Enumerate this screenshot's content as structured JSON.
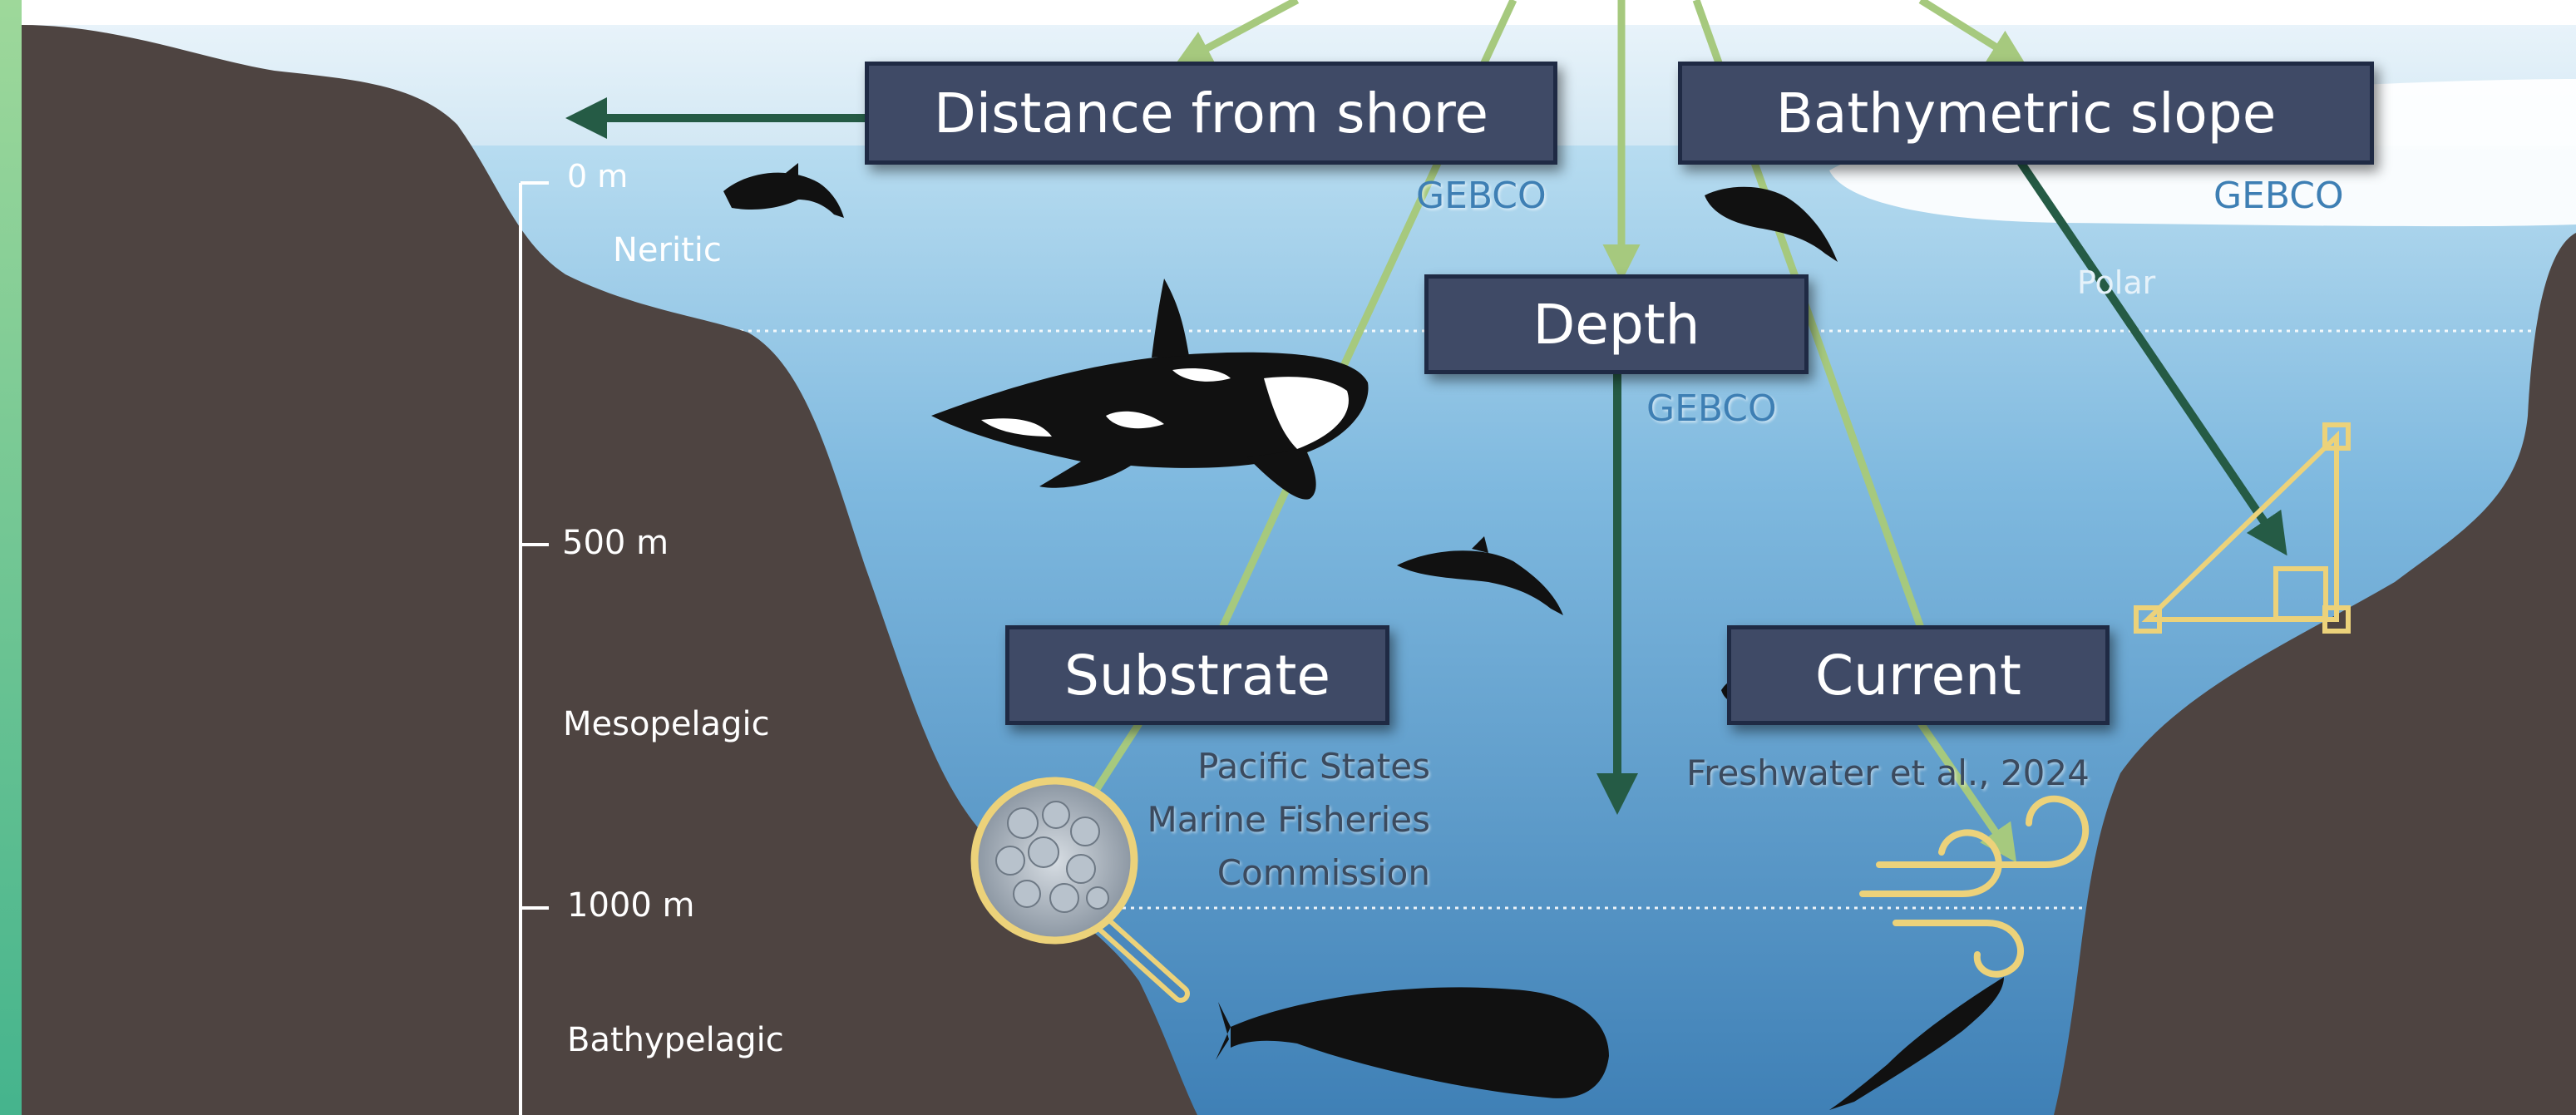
{
  "labels": {
    "distance": "Distance from shore",
    "slope": "Bathymetric slope",
    "depth": "Depth",
    "substrate": "Substrate",
    "current": "Current"
  },
  "sources": {
    "distance": "GEBCO",
    "slope": "GEBCO",
    "depth": "GEBCO",
    "substrate_line1": "Pacific States",
    "substrate_line2": "Marine Fisheries",
    "substrate_line3": "Commission",
    "current": "Freshwater et al., 2024"
  },
  "depth_scale": {
    "tick_0": "0 m",
    "tick_500": "500 m",
    "tick_1000": "1000 m"
  },
  "zones": {
    "neritic": "Neritic",
    "mesopelagic": "Mesopelagic",
    "bathypelagic": "Bathypelagic",
    "polar": "Polar"
  },
  "colors": {
    "left_strip": "#6cc08f",
    "seafloor": "#4e4441",
    "water_top": "#a9d4ec",
    "water_bottom": "#4a88bd",
    "arrow_light": "#a6c97e",
    "arrow_dark": "#255b45",
    "label_box": "#3f4a66",
    "icon_gold": "#ecd27a",
    "source_blue": "#3e7fb4"
  },
  "icons": [
    "substrate-magnifier-icon",
    "current-wind-icon",
    "slope-triangle-icon"
  ]
}
